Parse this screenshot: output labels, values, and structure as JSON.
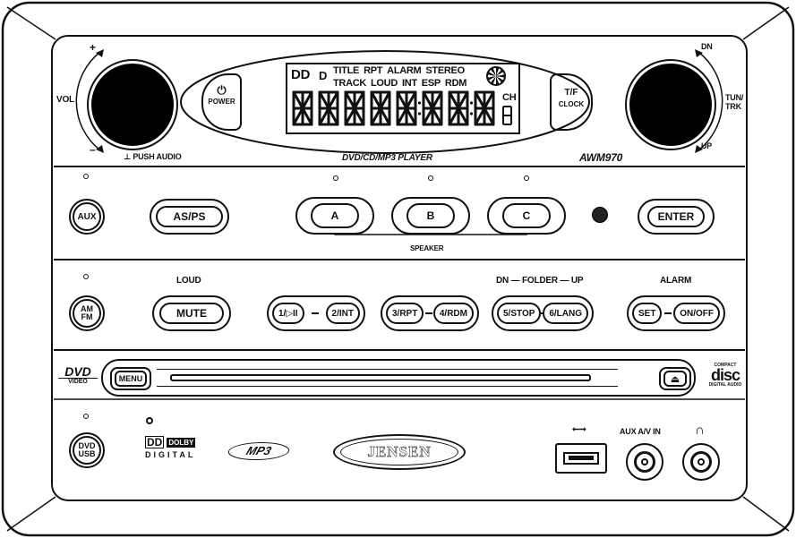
{
  "volume": {
    "label": "VOL",
    "plus": "+",
    "minus": "–",
    "push_audio": "⊥ PUSH AUDIO"
  },
  "tuner": {
    "dn": "DN",
    "tun_trk": "TUN/\nTRK",
    "up": "UP"
  },
  "power": {
    "glyph": "⏻",
    "label": "POWER"
  },
  "clock": {
    "label_top": "T/F",
    "label_bottom": "CLOCK"
  },
  "lcd": {
    "row1": [
      "TITLE",
      "RPT",
      "ALARM",
      "STEREO"
    ],
    "row2": [
      "TRACK",
      "LOUD",
      "INT",
      "ESP",
      "RDM"
    ],
    "ch": "CH",
    "segments": 8
  },
  "branding": {
    "player_type": "DVD/CD/MP3 PLAYER",
    "model": "AWM970",
    "brand": "JENSEN",
    "dolby": "DOLBY",
    "digital": "DIGITAL",
    "mp3": "MP3"
  },
  "row1": {
    "aux": "AUX",
    "asps": "AS/PS",
    "a": "A",
    "b": "B",
    "c": "C",
    "speaker": "SPEAKER",
    "enter": "ENTER"
  },
  "row2": {
    "am_fm_top": "AM",
    "am_fm_bottom": "FM",
    "loud": "LOUD",
    "mute": "MUTE",
    "btn1": "1/▷II",
    "btn2": "2/INT",
    "btn3": "3/RPT",
    "btn4": "4/RDM",
    "btn5": "5/STOP",
    "btn6": "6/LANG",
    "folder": "DN — FOLDER — UP",
    "alarm": "ALARM",
    "set": "SET",
    "onoff": "ON/OFF"
  },
  "disc": {
    "menu": "MENU",
    "eject_glyph": "⏏",
    "dvd_logo": "DVD",
    "video": "VIDEO",
    "disc_logo": "disc"
  },
  "bottom": {
    "dvd_usb_top": "DVD",
    "dvd_usb_bottom": "USB",
    "usb_glyph": "⭠⭢",
    "aux_av_in": "AUX A/V IN",
    "headphone_glyph": "∩"
  },
  "colors": {
    "ink": "#111111",
    "paper": "#ffffff",
    "knob": "#000000"
  }
}
